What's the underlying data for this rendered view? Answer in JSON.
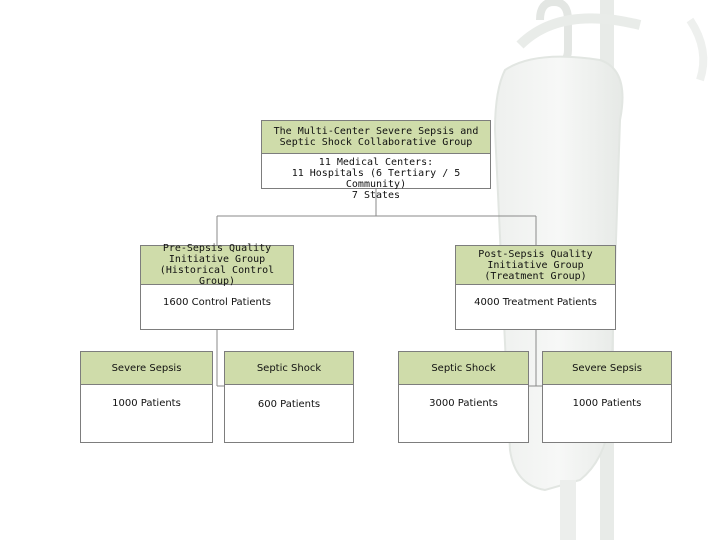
{
  "colors": {
    "header_fill": "#cfdcaa",
    "border": "#7d7d7d",
    "line": "#8a8a8a"
  },
  "top": {
    "title": "The Multi-Center Severe Sepsis and\nSeptic Shock Collaborative Group",
    "detail": "11 Medical Centers:\n11 Hospitals (6 Tertiary / 5 Community)\n7 States"
  },
  "pre": {
    "title": "Pre-Sepsis Quality\nInitiative Group\n(Historical Control Group)",
    "detail": "1600 Control Patients"
  },
  "post": {
    "title": "Post-Sepsis Quality\nInitiative Group\n(Treatment Group)",
    "detail": "4000 Treatment Patients"
  },
  "leaves": [
    {
      "title": "Severe Sepsis",
      "detail": "1000 Patients"
    },
    {
      "title": "Septic Shock",
      "detail": "600 Patients"
    },
    {
      "title": "Septic Shock",
      "detail": "3000 Patients"
    },
    {
      "title": "Severe Sepsis",
      "detail": "1000 Patients"
    }
  ]
}
